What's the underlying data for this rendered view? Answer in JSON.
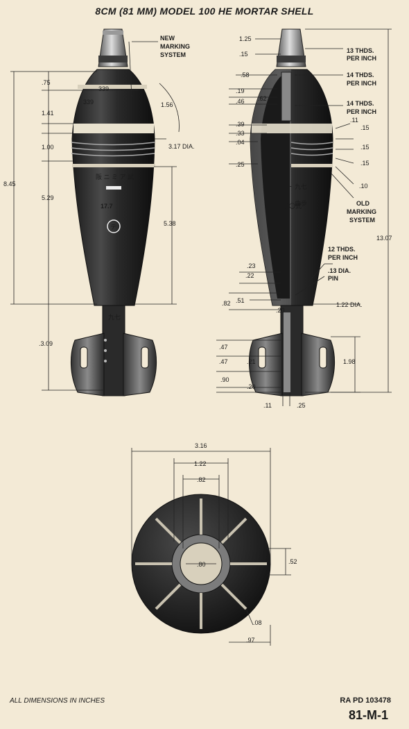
{
  "title": "8CM (81 MM) MODEL 100 HE MORTAR SHELL",
  "left_view": {
    "callouts": {
      "new_marking_1": "NEW",
      "new_marking_2": "MARKING",
      "new_marking_3": "SYSTEM",
      "body_number": "17.7",
      "stamp_small_1": "339",
      "stamp_small_2": "339"
    },
    "dimensions": {
      "d_075": ".75",
      "d_141": "1.41",
      "d_100": "1.00",
      "d_529": "5.29",
      "d_845": "8.45",
      "d_309": ".3.09",
      "d_156": "1.56",
      "d_317": "3.17 DIA.",
      "d_538": "5.38"
    }
  },
  "right_view": {
    "callouts": {
      "thds13_1": "13 THDS.",
      "thds13_2": "PER INCH",
      "thds14a_1": "14 THDS.",
      "thds14a_2": "PER INCH",
      "thds14b_1": "14 THDS.",
      "thds14b_2": "PER INCH",
      "old_marking_1": "OLD",
      "old_marking_2": "MARKING",
      "old_marking_3": "SYSTEM",
      "thds12_1": "12 THDS.",
      "thds12_2": "PER INCH",
      "pin_1": ".13 DIA.",
      "pin_2": "PIN"
    },
    "dimensions": {
      "d_125": "1.25",
      "d_015a": ".15",
      "d_058": ".58",
      "d_019": ".19",
      "d_046": ".46",
      "d_062": ".62",
      "d_039": ".39",
      "d_033": ".33",
      "d_004": ".04",
      "d_025": ".25",
      "d_011": ".11",
      "d_015b": ".15",
      "d_015c": ".15",
      "d_015d": ".15",
      "d_010": ".10",
      "d_1307": "13.07",
      "d_023": ".23",
      "d_022": ".22",
      "d_082": ".82",
      "d_051": ".51",
      "d_020a": ".20",
      "d_122": "1.22 DIA.",
      "d_047a": ".47",
      "d_047b": ".47",
      "d_021": ".21",
      "d_090": ".90",
      "d_020b": ".20",
      "d_011b": ".11",
      "d_025b": ".25",
      "d_198": "1.98"
    }
  },
  "bottom_view": {
    "dimensions": {
      "d_316": "3.16",
      "d_122": "1.22",
      "d_082": ".82",
      "d_080": ".80",
      "d_052": ".52",
      "d_008": ".08",
      "d_097": ".97"
    }
  },
  "footer": {
    "units_note": "ALL DIMENSIONS IN INCHES",
    "reference": "RA PD 103478",
    "plate_number": "81-M-1"
  }
}
